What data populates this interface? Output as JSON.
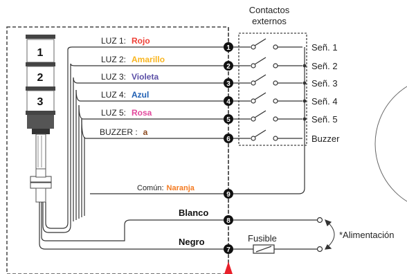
{
  "title": {
    "line1": "Contactos",
    "line2": "externos"
  },
  "tower_segments": [
    "1",
    "2",
    "3"
  ],
  "circuits": [
    {
      "label": "LUZ 1:",
      "color_name": "Rojo",
      "color": "#ef4036",
      "terminal": "1",
      "output": "Señ. 1"
    },
    {
      "label": "LUZ 2:",
      "color_name": "Amarillo",
      "color": "#f9b51f",
      "terminal": "2",
      "output": "Señ. 2"
    },
    {
      "label": "LUZ 3:",
      "color_name": "Violeta",
      "color": "#5b4fa6",
      "terminal": "3",
      "output": "Señ. 3"
    },
    {
      "label": "LUZ 4:",
      "color_name": "Azul",
      "color": "#1f5fb3",
      "terminal": "4",
      "output": "Señ. 4"
    },
    {
      "label": "LUZ 5:",
      "color_name": "Rosa",
      "color": "#e2489c",
      "terminal": "5",
      "output": "Señ. 5"
    },
    {
      "label": "BUZZER :",
      "color_name": "a",
      "color": "#8b4a1f",
      "terminal": "6",
      "output": "Buzzer"
    }
  ],
  "common": {
    "label": "Común:",
    "color_name": "Naranja",
    "color": "#f47a20",
    "terminal": "9"
  },
  "power": {
    "white": {
      "label": "Blanco",
      "terminal": "8"
    },
    "black": {
      "label": "Negro",
      "terminal": "7"
    },
    "fuse_label": "Fusible",
    "supply_label": "*Alimentación"
  },
  "colors": {
    "line": "#333333",
    "dash": "#444444",
    "marker": "#e8202a",
    "text": "#222222"
  }
}
